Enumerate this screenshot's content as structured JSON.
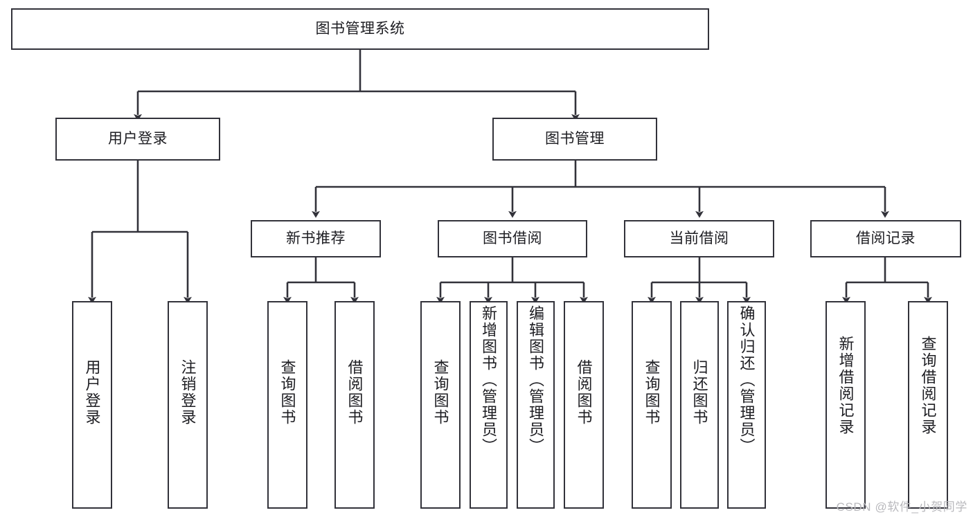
{
  "diagram": {
    "type": "tree",
    "title": "图书管理系统",
    "stroke_color": "#32323a",
    "text_color": "#1d1d22",
    "background_color": "#ffffff",
    "watermark": "CSDN @软件_小贺同学",
    "nodes": {
      "root": "图书管理系统",
      "level1": {
        "user_login": "用户登录",
        "book_manage": "图书管理"
      },
      "level2": {
        "new_book_recommend": "新书推荐",
        "book_borrow": "图书借阅",
        "current_borrow": "当前借阅",
        "borrow_record": "借阅记录"
      },
      "leaves": {
        "user_login_1": "用户登录",
        "user_login_2": "注销登录",
        "new_book_1": "查询图书",
        "new_book_2": "借阅图书",
        "book_borrow_1": "查询图书",
        "book_borrow_2": "新增图书（管理员）",
        "book_borrow_3": "编辑图书（管理员）",
        "book_borrow_4": "借阅图书",
        "current_borrow_1": "查询图书",
        "current_borrow_2": "归还图书",
        "current_borrow_3": "确认归还（管理员）",
        "borrow_record_1": "新增借阅记录",
        "borrow_record_2": "查询借阅记录"
      }
    }
  }
}
